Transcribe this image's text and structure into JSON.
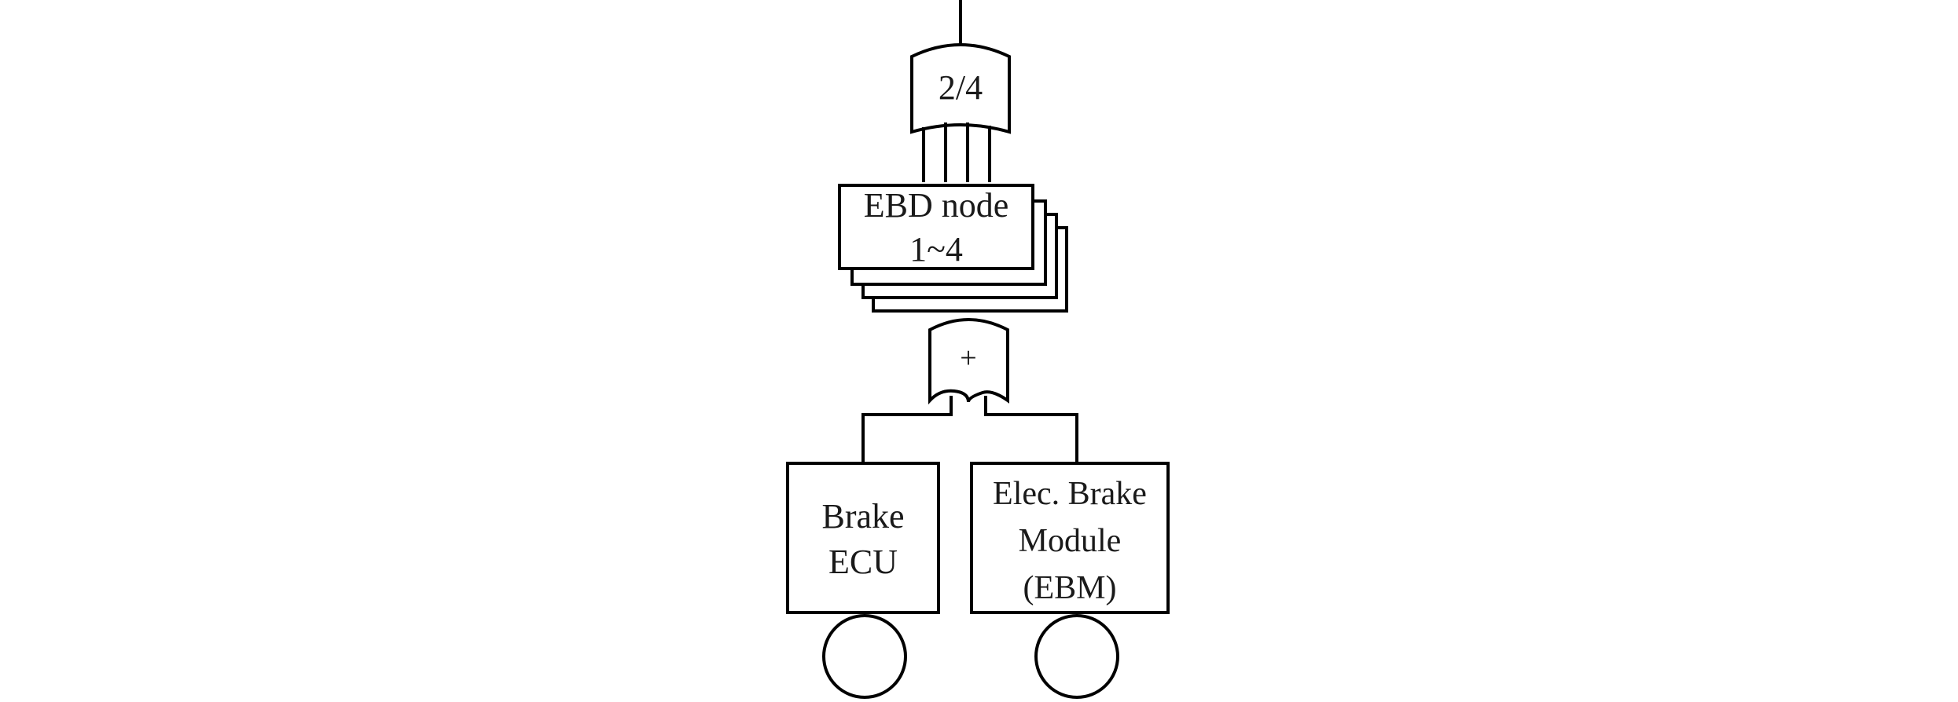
{
  "diagram": {
    "voting_gate": {
      "label": "2/4"
    },
    "ebd_node": {
      "line1": "EBD node",
      "line2": "1~4"
    },
    "or_gate": {
      "label": "+"
    },
    "brake_ecu": {
      "line1": "Brake",
      "line2": "ECU"
    },
    "ebm": {
      "line1": "Elec. Brake",
      "line2": "Module",
      "line3": "(EBM)"
    }
  }
}
